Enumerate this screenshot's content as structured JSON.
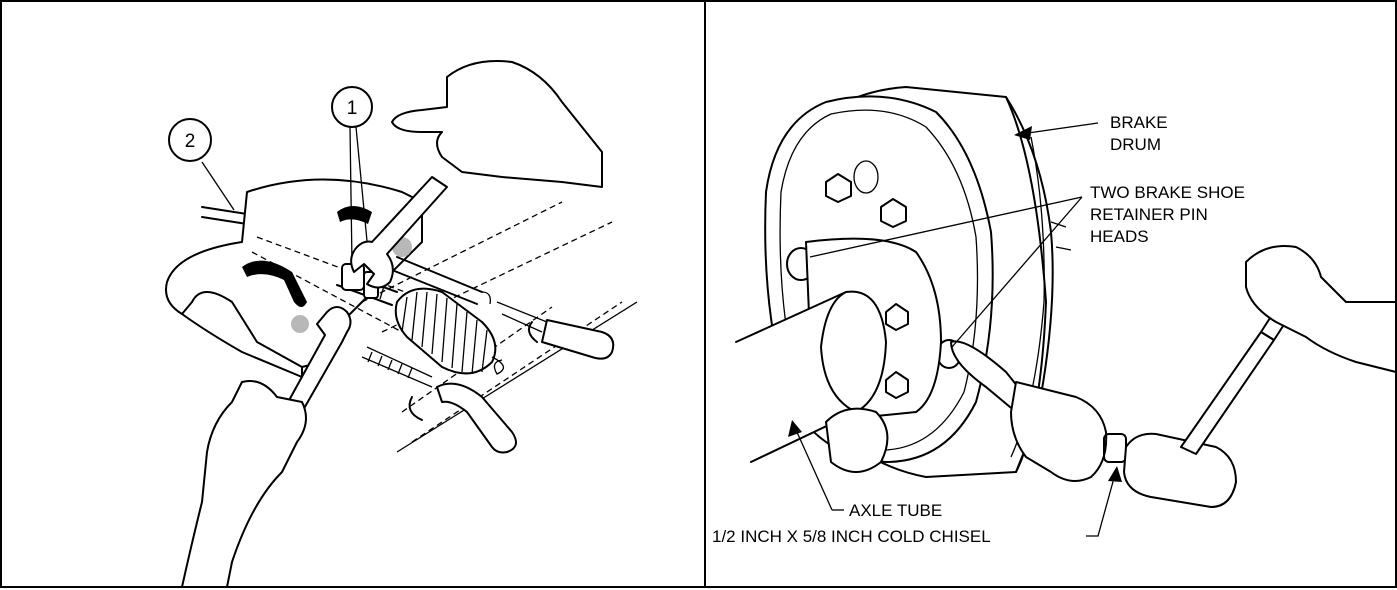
{
  "left_panel": {
    "callout_1": "1",
    "callout_2": "2"
  },
  "right_panel": {
    "labels": {
      "brake_drum_line1": "BRAKE",
      "brake_drum_line2": "DRUM",
      "retainer_line1": "TWO BRAKE SHOE",
      "retainer_line2": "RETAINER PIN",
      "retainer_line3": "HEADS",
      "axle_tube": "AXLE TUBE",
      "chisel": "1/2 INCH X 5/8 INCH COLD CHISEL"
    }
  }
}
